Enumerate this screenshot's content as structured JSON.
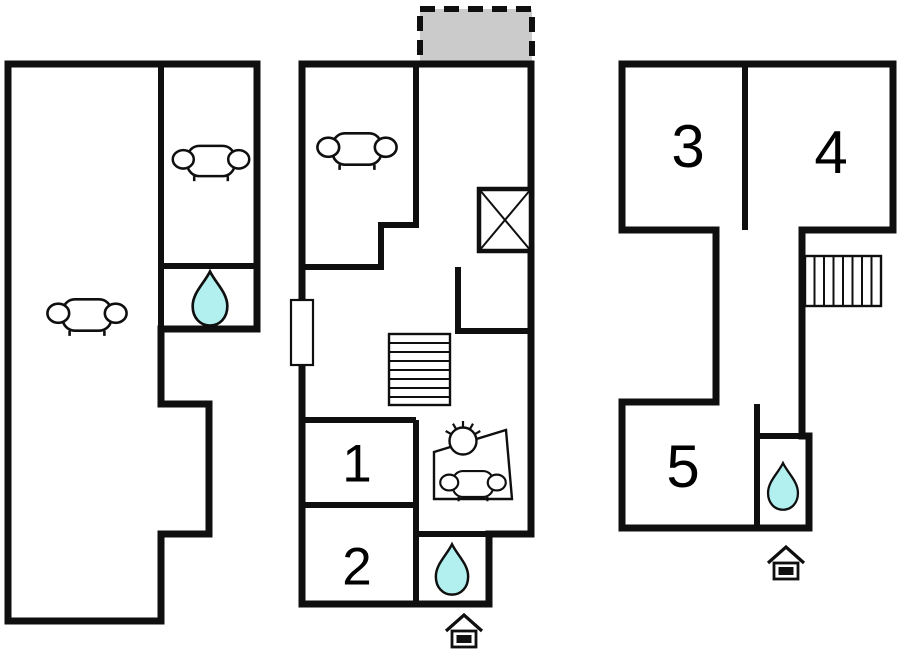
{
  "colors": {
    "wall": "#0f0f0f",
    "water_drop": "#b2f0f0",
    "terrace": "#cbcbcb",
    "background": "#ffffff"
  },
  "labels": {
    "room1": "1",
    "room2": "2",
    "room3": "3",
    "room4": "4",
    "room5": "5"
  },
  "icons": {
    "sofa": "sofa-icon",
    "water_drop": "water-drop-icon",
    "stairs_horizontal": "stairs-icon",
    "stairs_vertical": "stairs-icon",
    "void": "void-icon",
    "window": "window-marker",
    "lamp": "lamp-icon",
    "entrance": "entrance-icon",
    "terrace": "terrace-area"
  }
}
